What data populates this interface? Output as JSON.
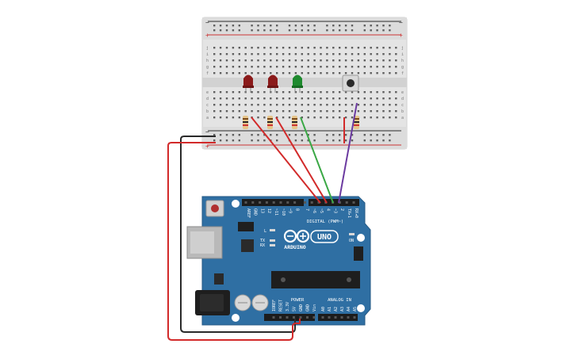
{
  "arduino": {
    "brand": "ARDUINO",
    "model": "UNO",
    "digital_label": "DIGITAL (PWM~)",
    "power_label": "POWER",
    "analog_label": "ANALOG IN",
    "on_label": "ON",
    "tx_label": "TX",
    "rx_label": "RX",
    "l_label": "L",
    "digital_pins": [
      "AREF",
      "GND",
      "13",
      "12",
      "~11",
      "~10",
      "~9",
      "8",
      "7",
      "~6",
      "~5",
      "4",
      "~3",
      "2",
      "TX▸1",
      "RX◂0"
    ],
    "power_pins": [
      "IOREF",
      "RESET",
      "3.3V",
      "5V",
      "GND",
      "GND",
      "Vin"
    ],
    "analog_pins": [
      "A0",
      "A1",
      "A2",
      "A3",
      "A4",
      "A5"
    ]
  },
  "breadboard": {
    "rail_plus": "+",
    "rail_minus": "−",
    "row_letters_top": [
      "j",
      "i",
      "h",
      "g",
      "f"
    ],
    "row_letters_bottom": [
      "e",
      "d",
      "c",
      "b",
      "a"
    ]
  },
  "components": {
    "leds": [
      {
        "name": "led-red-1",
        "color": "#8b1a1a"
      },
      {
        "name": "led-red-2",
        "color": "#8b1a1a"
      },
      {
        "name": "led-green",
        "color": "#1e8a2e"
      }
    ],
    "wire_colors": {
      "red": "#d22a2a",
      "green": "#3aa845",
      "purple": "#6b3aa0",
      "black": "#2a2a2a"
    }
  }
}
